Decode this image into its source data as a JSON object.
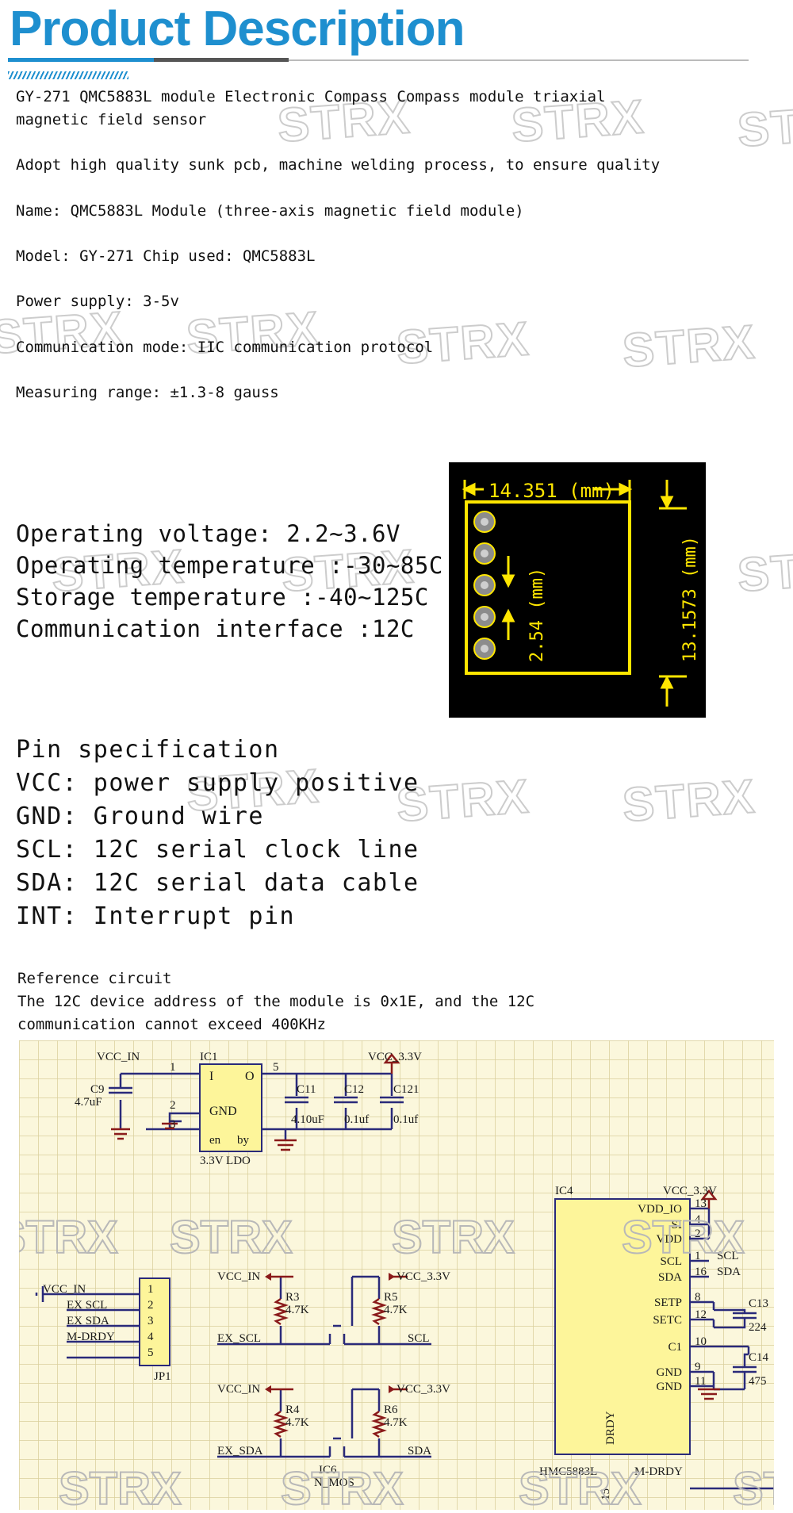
{
  "header": {
    "title": "Product Description"
  },
  "intro": [
    "GY-271 QMC5883L module Electronic Compass Compass module triaxial\nmagnetic field sensor",
    "Adopt high quality sunk pcb, machine welding process, to ensure quality",
    "Name: QMC5883L Module (three-axis magnetic field module)",
    "Model: GY-271 Chip used: QMC5883L",
    "Power supply: 3-5v",
    "Communication mode: IIC communication protocol",
    "Measuring range: ±1.3-8 gauss"
  ],
  "specs": [
    "Operating voltage: 2.2~3.6V",
    "Operating temperature :-30~85C",
    "Storage temperature :-40~125C",
    "Communication interface :12C"
  ],
  "dimensions": {
    "width_label": "14.351 (mm)",
    "height_label": "13.1573 (mm)",
    "pitch_label": "2.54 (mm)",
    "pin_count": 5
  },
  "pins": {
    "title": "Pin specification",
    "items": [
      "VCC: power supply positive",
      "GND: Ground wire",
      "SCL: 12C serial clock line",
      "SDA: 12C serial data cable",
      "INT: Interrupt pin"
    ]
  },
  "reference": {
    "title": "Reference circuit",
    "lines": [
      "The 12C device address of the module is 0x1E, and the 12C",
      "communication cannot exceed 400KHz"
    ]
  },
  "watermark": "STRX",
  "schematic": {
    "vcc_in": "VCC_IN",
    "vcc_33": "VCC_3.3V",
    "ic1": "IC1",
    "ic1_pin_i": "I",
    "ic1_pin_o": "O",
    "ic1_gnd": "GND",
    "ic1_en": "en",
    "ic1_by": "by",
    "ic1_name": "3.3V LDO",
    "pin_1": "1",
    "pin_2": "2",
    "pin_3": "3",
    "pin_5": "5",
    "c9": "C9",
    "c9_val": "4.7uF",
    "c11": "C11",
    "c11_val": "4.10uF",
    "c12": "C12",
    "c12_val": "0.1uf",
    "c121": "C121",
    "c121_val": "0.1uf",
    "jp1": "JP1",
    "jp1_pins": [
      "VCC_IN",
      "EX SCL",
      "EX SDA",
      "M-DRDY"
    ],
    "jp1_numbers": [
      "1",
      "2",
      "3",
      "4",
      "5"
    ],
    "r3": "R3",
    "r3_val": "4.7K",
    "r5": "R5",
    "r5_val": "4.7K",
    "r4": "R4",
    "r4_val": "4.7K",
    "r6": "R6",
    "r6_val": "4.7K",
    "ex_scl": "EX_SCL",
    "ex_sda": "EX_SDA",
    "scl": "SCL",
    "sda": "SDA",
    "ic6": "IC6",
    "nmos": "N_MOS",
    "ic4": "IC4",
    "ic4_pins": [
      "VDD_IO",
      "SI",
      "VDD",
      "SCL",
      "SDA",
      "SETP",
      "SETC",
      "C1",
      "GND",
      "GND"
    ],
    "ic4_nums": [
      "13",
      "4",
      "2",
      "1",
      "16",
      "8",
      "12",
      "10",
      "9",
      "11"
    ],
    "ic4_drdy": "DRDY",
    "ic4_name": "HMC5883L",
    "ic4_pin15": "15",
    "ic4_scl_out": "SCL",
    "ic4_sda_out": "SDA",
    "c13": "C13",
    "c13_val": "224",
    "c14": "C14",
    "c14_val": "475",
    "mdrdy": "M-DRDY"
  }
}
